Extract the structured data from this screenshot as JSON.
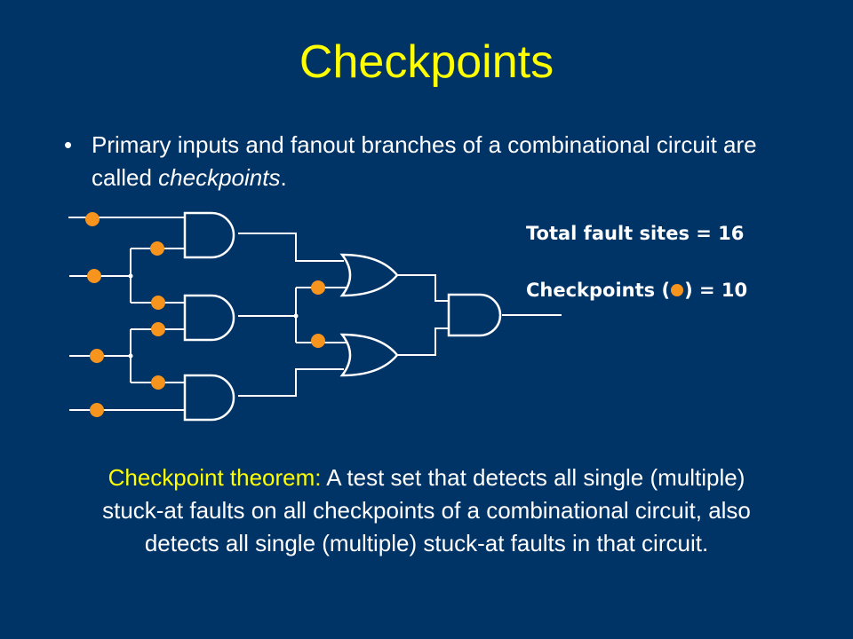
{
  "title": "Checkpoints",
  "bullet": {
    "marker": "•",
    "text_before": "Primary inputs and fanout branches of a combinational circuit are called ",
    "term": "checkpoints",
    "text_after": "."
  },
  "stats": {
    "total_label": "Total fault sites = 16",
    "checkpoints_before": "Checkpoints (",
    "checkpoints_after": ") = 10"
  },
  "theorem": {
    "label": "Checkpoint theorem:",
    "text": " A test set that detects all single (multiple) stuck-at faults on all checkpoints of a combinational circuit, also detects all single (multiple) stuck-at faults in that circuit."
  },
  "colors": {
    "background": "#003366",
    "title": "#ffff00",
    "text": "#ffffff",
    "checkpoint": "#f7941d"
  },
  "circuit": {
    "gates": [
      "and-gate",
      "and-gate",
      "and-gate",
      "or-gate",
      "or-gate",
      "and-gate"
    ]
  }
}
